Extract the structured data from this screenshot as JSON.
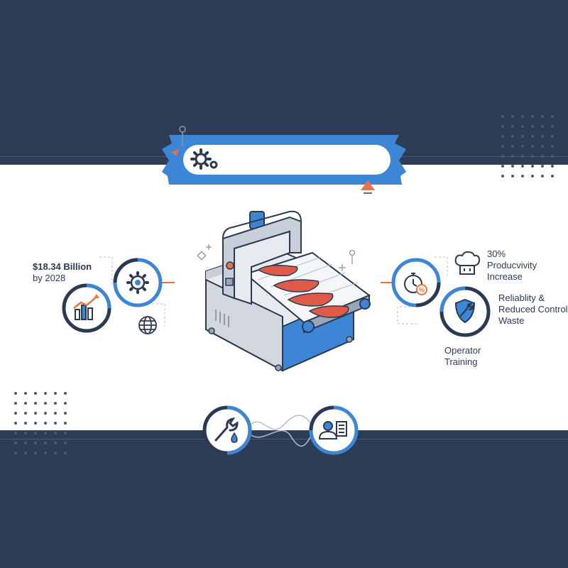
{
  "colors": {
    "navy": "#2d3d56",
    "accent_blue": "#3d86d6",
    "accent_orange": "#e8753e",
    "icon_dark": "#2b3a52"
  },
  "search": {
    "value": "",
    "placeholder": ""
  },
  "left": {
    "market_value": "$18.34 Billion",
    "market_year": "by 2028"
  },
  "right": {
    "productivity_line1": "30%",
    "productivity_line2": "Producvivity",
    "productivity_line3": "Increase",
    "reliability_line1": "Reliablity &",
    "reliability_line2": "Reduced Control",
    "reliability_line3": "Waste",
    "training_line1": "Operator",
    "training_line2": "Training"
  },
  "icons": [
    "gear-icon",
    "bar-chart-icon",
    "globe-icon",
    "stopwatch-icon",
    "chef-hat-icon",
    "shield-wrench-icon",
    "wrench-drop-icon",
    "operator-icon",
    "conveyor-machine-icon"
  ]
}
